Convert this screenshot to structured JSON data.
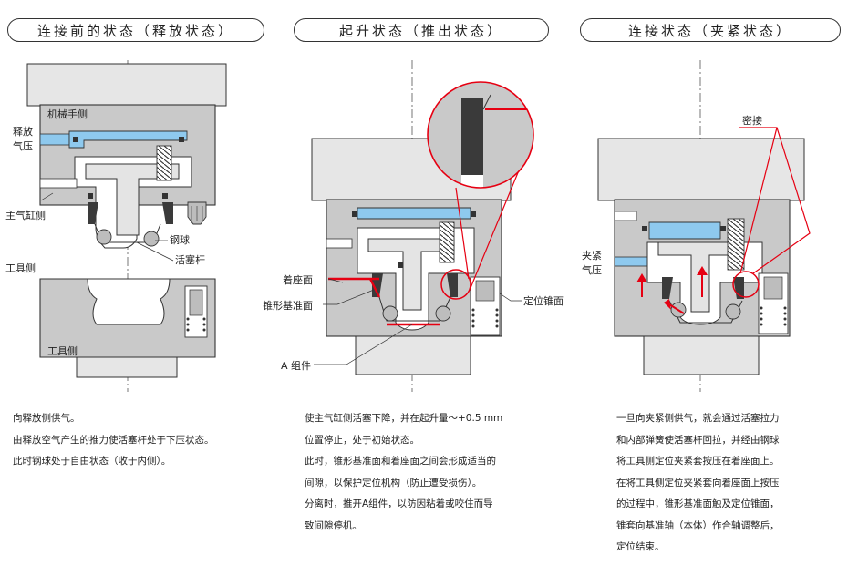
{
  "panels": [
    {
      "title": "连接前的状态（释放状态）"
    },
    {
      "title": "起升状态（推出状态）"
    },
    {
      "title": "连接状态（夹紧状态）"
    }
  ],
  "labels": {
    "robot_side": "机械手侧",
    "release_air_1": "释放",
    "release_air_2": "气压",
    "main_cyl_side": "主气缸侧",
    "steel_ball": "钢球",
    "piston_rod": "活塞杆",
    "tool_side_left": "工具侧",
    "tool_side_bottom": "工具侧",
    "seating_surface": "着座面",
    "taper_ref_surface": "锥形基准面",
    "a_assembly": "A 组件",
    "positioning_taper": "定位锥面",
    "contact": "密接",
    "clamp_air_1": "夹紧",
    "clamp_air_2": "气压"
  },
  "descriptions": {
    "panel1": [
      "向释放侧供气。",
      "由释放空气产生的推力使活塞杆处于下压状态。",
      "此时钢球处于自由状态（收于内侧）。"
    ],
    "panel2": [
      "使主气缸侧活塞下降，并在起升量～+0.5 mm",
      "位置停止，处于初始状态。",
      "此时，锥形基准面和着座面之间会形成适当的",
      "间隙，以保护定位机构（防止遭受损伤）。",
      "分离时，推开A组件，以防因粘着或咬住而导",
      "致间隙停机。"
    ],
    "panel3": [
      "一旦向夹紧侧供气，就会通过活塞拉力",
      "和内部弹簧使活塞杆回拉，并经由钢球",
      "将工具侧定位夹紧套按压在着座面上。",
      "在将工具侧定位夹紧套向着座面上按压",
      "的过程中，锥形基准面触及定位锥面，",
      "锥套向基准轴（本体）作合轴调整后，",
      "定位结束。"
    ]
  },
  "colors": {
    "air": "#8ec9ee",
    "body_gray": "#c9c9c9",
    "outline": "#333333",
    "highlight_red": "#e60012"
  }
}
